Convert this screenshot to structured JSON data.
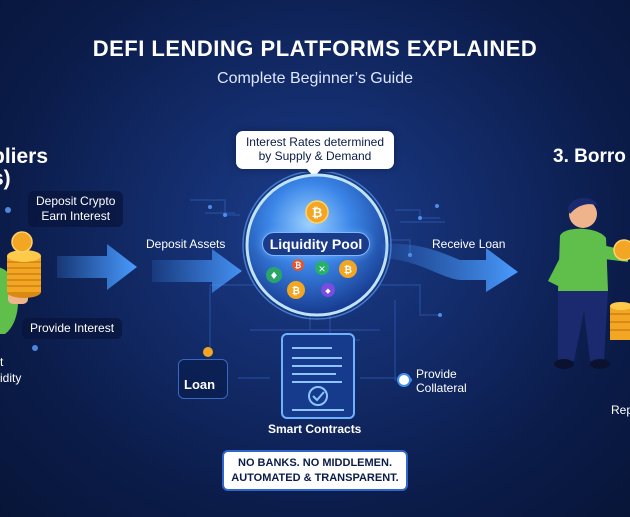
{
  "title": "DEFI LENDING PLATFORMS EXPLAINED",
  "subtitle": "Complete Beginner’s Guide",
  "suppliers": {
    "heading_line1": "pliers",
    "heading_line2": "s)",
    "deposit_crypto": "Deposit Crypto",
    "earn_interest": "Earn Interest",
    "provide_interest": "Provide Interest",
    "liquidity_line1": "t",
    "liquidity_line2": "idity"
  },
  "flow": {
    "deposit_assets": "Deposit Assets",
    "receive_loan": "Receive Loan"
  },
  "pool": {
    "bubble_line1": "Interest Rates determined",
    "bubble_line2": "by Supply & Demand",
    "title": "Liquidity Pool"
  },
  "contract": {
    "loan": "Loan",
    "provide_collateral_line1": "Provide",
    "provide_collateral_line2": "Collateral",
    "smart_contracts": "Smart Contracts"
  },
  "borrowers": {
    "heading": "3. Borro",
    "repay": "Rep"
  },
  "callout": {
    "line1": "NO BANKS. NO MIDDLEMEN.",
    "line2": "AUTOMATED & TRANSPARENT."
  },
  "colors": {
    "background": "#0b1c4a",
    "accent_blue": "#3e8ef0",
    "coin_gold": "#f2a623",
    "person_green": "#5fbf4a",
    "pants_navy": "#1b2a6e"
  }
}
